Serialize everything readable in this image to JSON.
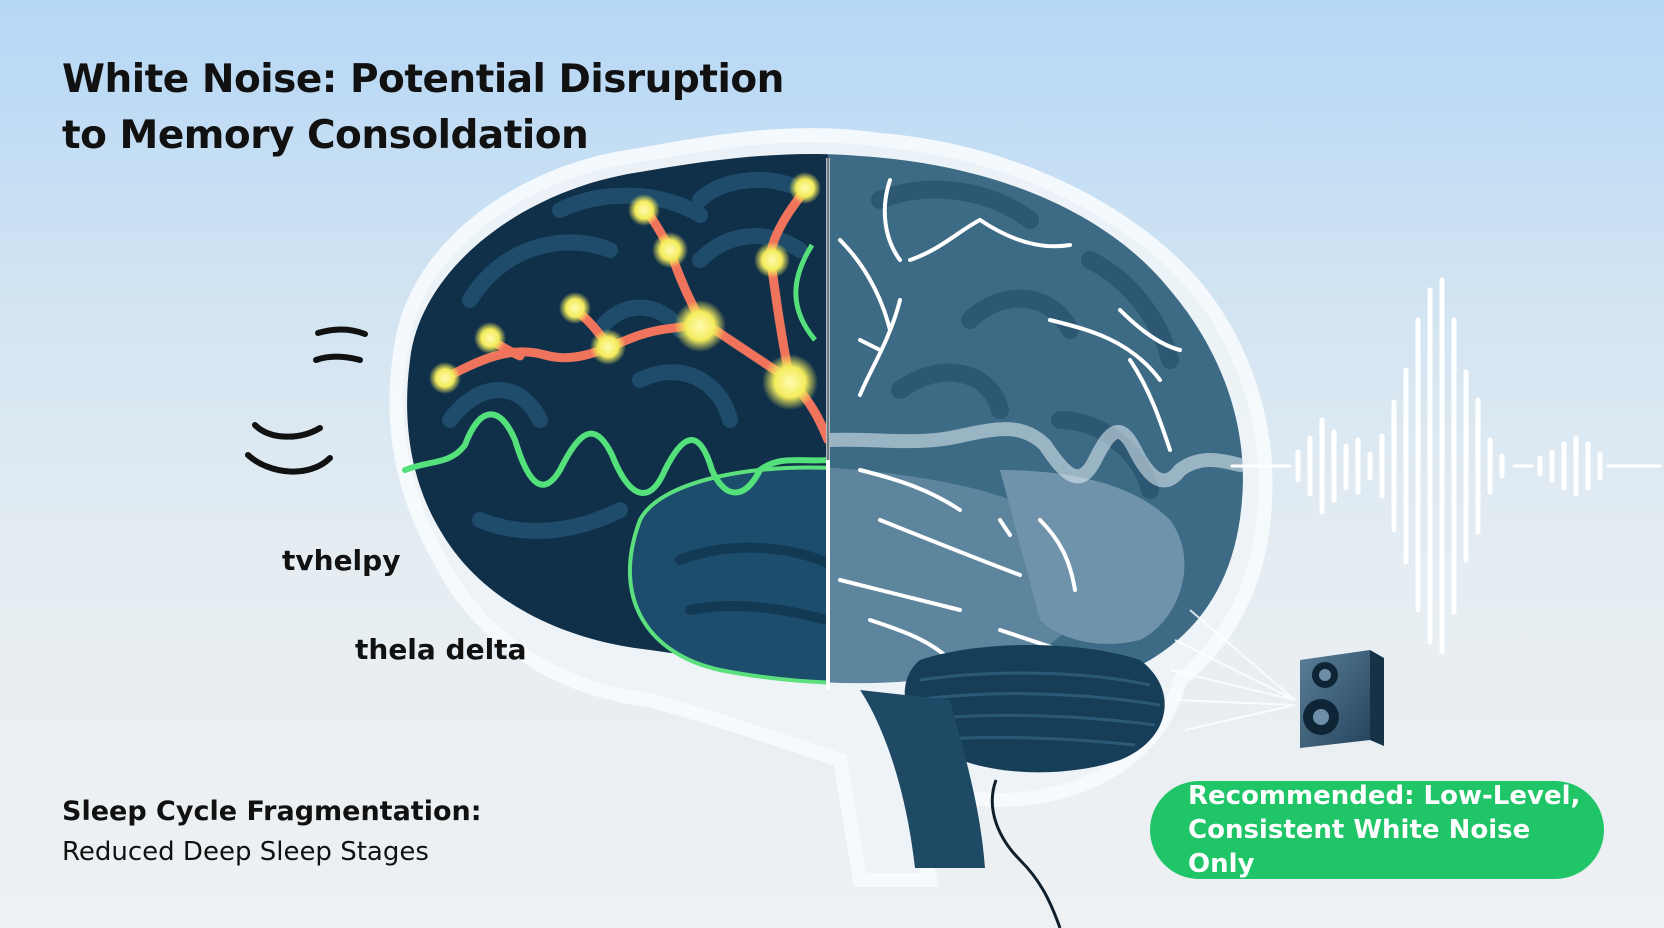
{
  "title": {
    "line1": "White Noise: Potential Disruption",
    "line2": "to Memory Consoldation"
  },
  "wave_labels": {
    "upper": "tvhelpy",
    "lower": "thela delta"
  },
  "caption": {
    "heading": "Sleep Cycle Fragmentation:",
    "subtext": "Reduced Deep Sleep Stages"
  },
  "recommendation": {
    "line1": "Recommended: Low-Level,",
    "line2": "Consistent White Noise Only"
  },
  "colors": {
    "dark_brain": "#0f2d44",
    "light_brain": "#3d6a85",
    "neural_path": "#f0745b",
    "node_glow": "#f6f06a",
    "brainwave": "#54e07a",
    "badge": "#1fc567"
  },
  "icons": [
    "sound-ripple-icon",
    "speaker-icon",
    "white-noise-waveform-icon"
  ]
}
